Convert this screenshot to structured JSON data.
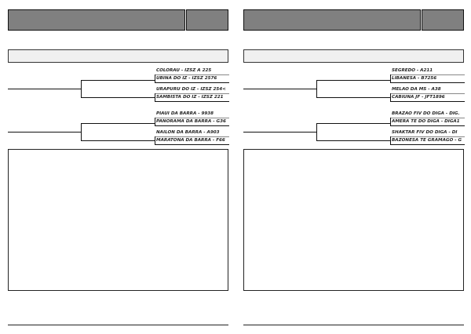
{
  "pages": [
    {
      "matches": [
        {
          "top": "COLORAU - IZSZ A 225",
          "bottom": "UBINA DO IZ - IZSZ 2576"
        },
        {
          "top": "URAPURU DO IZ - IZSZ 254<",
          "bottom": "SAMBISTA DO IZ - IZSZ 221"
        },
        {
          "top": "PIAUI DA BARRA - 9938",
          "bottom": "PANORAMA DA BARRA - G36"
        },
        {
          "top": "NAILON DA BARRA - A903",
          "bottom": "MARATONA DA BARRA - F66"
        }
      ]
    },
    {
      "matches": [
        {
          "top": "SEGREDO - A211",
          "bottom": "LIBANESA - B7256"
        },
        {
          "top": "MELAO DA MS - A38",
          "bottom": "CABIUNA JF - JFT1896"
        },
        {
          "top": "BRAZAO FIV DO DIGA - DIG.",
          "bottom": "AMERA TE DO DIGA - DIGA1"
        },
        {
          "top": "SHAKTAR  FIV DO DIGA - DI",
          "bottom": "BAZONESA TE GRAMAGO - G"
        }
      ]
    }
  ]
}
